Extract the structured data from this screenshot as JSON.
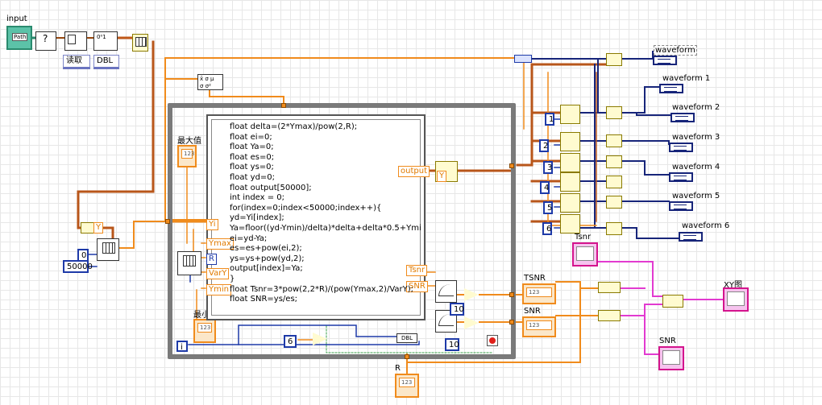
{
  "input": {
    "label": "input",
    "ctrl_text": "Path"
  },
  "ring_read": "读取",
  "ring_dbl": "DBL",
  "labels": {
    "waveform": "waveform",
    "waveform1": "waveform 1",
    "waveform2": "waveform 2",
    "waveform3": "waveform 3",
    "waveform4": "waveform 4",
    "waveform5": "waveform 5",
    "waveform6": "waveform 6",
    "max_value": "最大值",
    "min_value": "最小值",
    "tsnr": "TSNR",
    "snr": "SNR",
    "tsnr_graph": "Tsnr",
    "snr_graph": "SNR",
    "xy_graph": "XY图",
    "r": "R"
  },
  "constants": {
    "c0": "0",
    "c50000": "50000",
    "c6": "6",
    "c10a": "10",
    "c10b": "10",
    "n1": "1",
    "n2": "2",
    "n3": "3",
    "n4": "4",
    "n5": "5",
    "n6": "6",
    "y_small": "Y",
    "y_bundle": "Y",
    "dbl_conv": "DBL",
    "i_term": "i",
    "indicator_num": "123",
    "indicator_dbl": "DBL"
  },
  "terminals": {
    "in_yi": "Yi",
    "in_ymax": "Ymax",
    "in_r": "R",
    "in_vary": "VarY",
    "in_ymin": "Ymin",
    "out_output": "output",
    "out_tsnr": "Tsnr",
    "out_snr": "SNR"
  },
  "formula_code": [
    "float delta=(2*Ymax)/pow(2,R);",
    "float ei=0;",
    "float Ya=0;",
    "float es=0;",
    "float ys=0;",
    "float yd=0;",
    "float output[50000];",
    "int index = 0;",
    "for(index=0;index<50000;index++){",
    "yd=Yi[index];",
    "Ya=floor((yd-Ymin)/delta)*delta+delta*0.5+Ymi",
    "ei=yd-Ya;",
    "es=es+pow(ei,2);",
    "ys=ys+pow(yd,2);",
    "output[index]=Ya;",
    "}",
    "float Tsnr=3*pow(2,2*R)/(pow(Ymax,2)/VarY);",
    "float SNR=ys/es;"
  ],
  "colors": {
    "orange": "#f08b1c",
    "blue": "#1e3aa8",
    "navy": "#17257a",
    "pink": "#e23ad0",
    "brown": "#b8561a",
    "green": "#3aa04a"
  }
}
